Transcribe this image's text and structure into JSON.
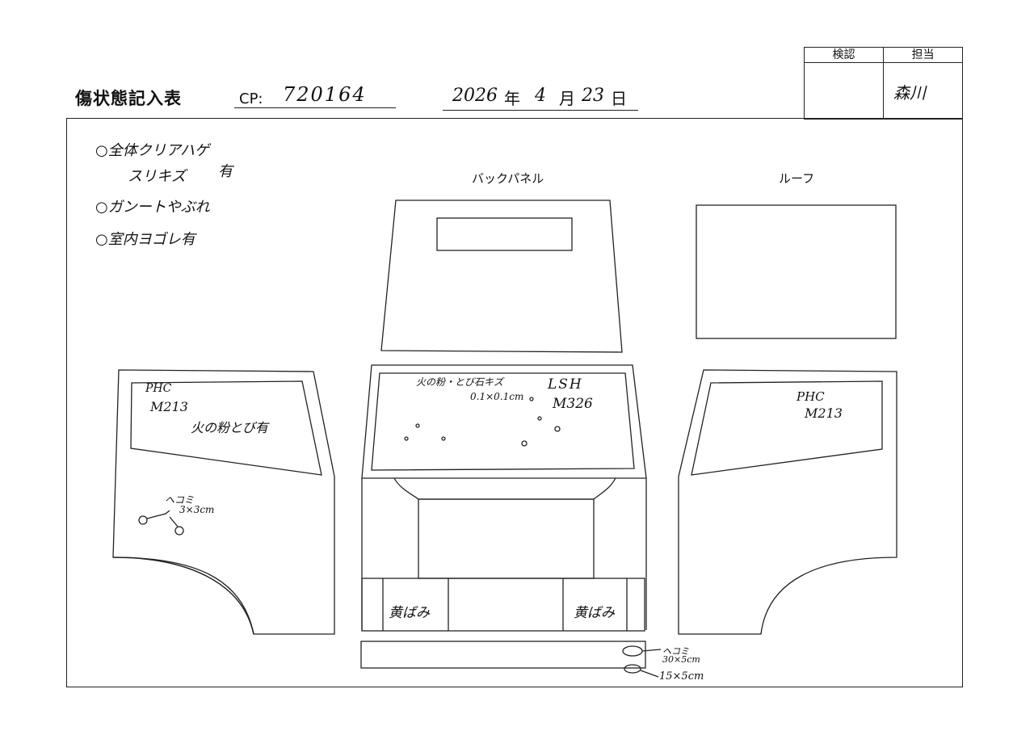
{
  "header": {
    "title": "傷状態記入表",
    "cp_label": "CP:",
    "cp_value": "720164",
    "date": {
      "year": "2026",
      "year_unit": "年",
      "month": "4",
      "month_unit": "月",
      "day": "23",
      "day_unit": "日"
    }
  },
  "stamp": {
    "check_label": "検認",
    "person_label": "担当",
    "person_signature": "森川"
  },
  "notes": [
    "○全体クリアハゲ",
    "スリキズ",
    "有",
    "○ガンートやぶれ",
    "○室内ヨゴレ有"
  ],
  "panels": {
    "back": "バックパネル",
    "roof": "ルーフ"
  },
  "annotations": {
    "left_door": [
      "PHC",
      "M213",
      "火の粉とび有"
    ],
    "left_dent": [
      "ヘコミ",
      "3×3cm"
    ],
    "windshield": [
      "火の粉・とび石キズ",
      "0.1×0.1cm",
      "LSH",
      "M326"
    ],
    "right_door": [
      "PHC",
      "M213"
    ],
    "yellowing_left": "黄ばみ",
    "yellowing_right": "黄ばみ",
    "bumper_1": [
      "ヘコミ",
      "30×5cm"
    ],
    "bumper_2": "15×5cm"
  }
}
